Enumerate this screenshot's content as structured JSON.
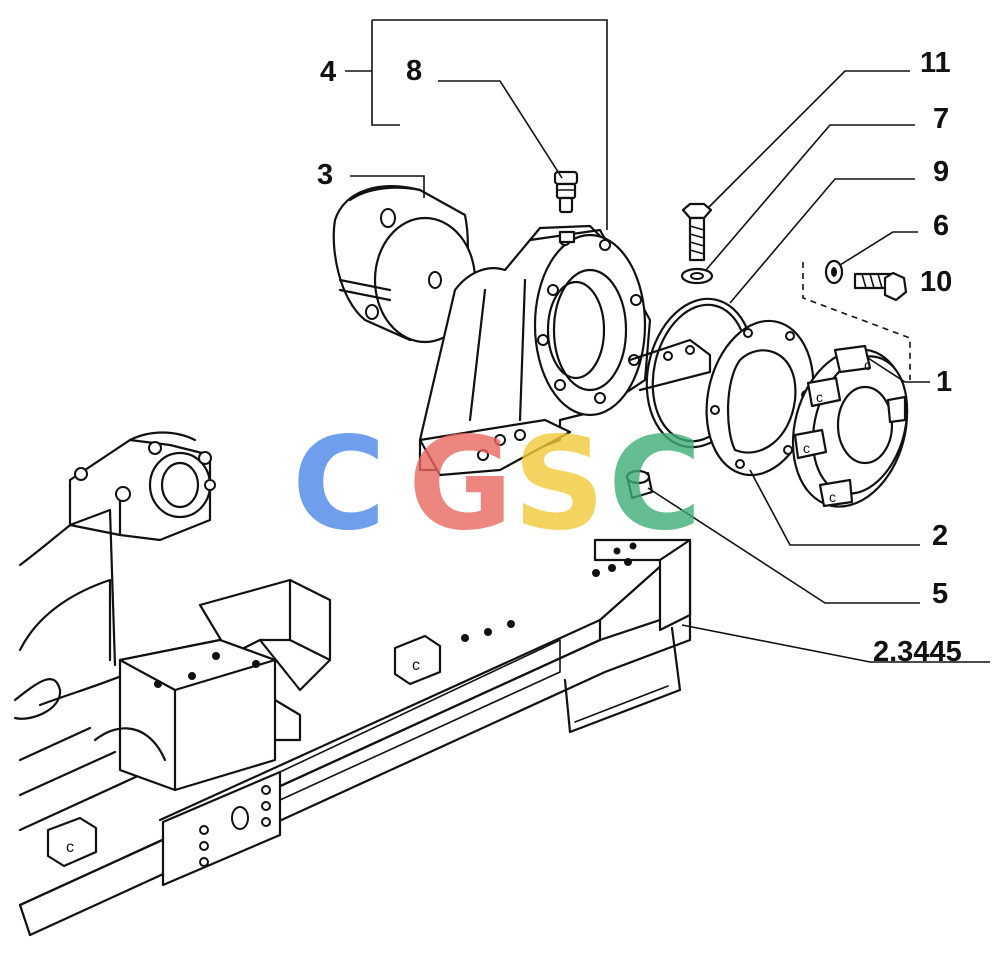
{
  "callouts": {
    "c1": "1",
    "c2": "2",
    "c3": "3",
    "c4": "4",
    "c5": "5",
    "c6": "6",
    "c7": "7",
    "c8": "8",
    "c9": "9",
    "c10": "10",
    "c11": "11",
    "c_ref": "2.3445"
  },
  "watermark": {
    "letters": [
      "C",
      "G",
      "S",
      "C"
    ],
    "colors": [
      "#4A86E8",
      "#E8685E",
      "#F2CA3A",
      "#3FAE78"
    ]
  }
}
